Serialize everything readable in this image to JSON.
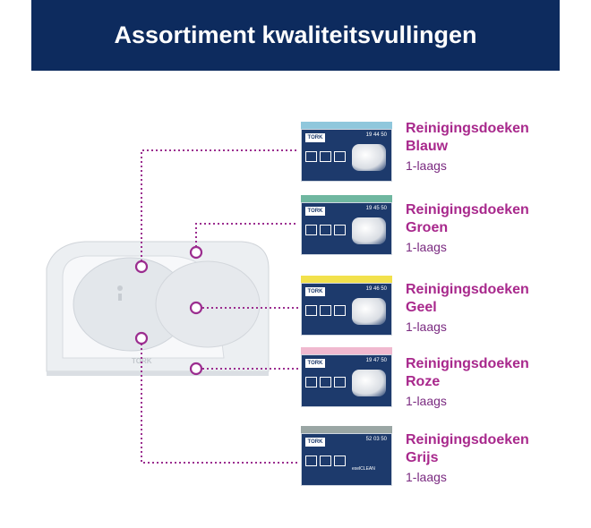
{
  "header": {
    "title": "Assortiment kwaliteitsvullingen"
  },
  "dispenser": {
    "brand": "TORK"
  },
  "products": [
    {
      "name_line1": "Reinigingsdoeken",
      "name_line2": "Blauw",
      "ply": "1-laags",
      "code": "19 44 50",
      "brand": "TORK",
      "accent": "#8fc7dc"
    },
    {
      "name_line1": "Reinigingsdoeken",
      "name_line2": "Groen",
      "ply": "1-laags",
      "code": "19 45 50",
      "brand": "TORK",
      "accent": "#6fb7a0"
    },
    {
      "name_line1": "Reinigingsdoeken",
      "name_line2": "Geel",
      "ply": "1-laags",
      "code": "19 46 50",
      "brand": "TORK",
      "accent": "#f2e14c"
    },
    {
      "name_line1": "Reinigingsdoeken",
      "name_line2": "Roze",
      "ply": "1-laags",
      "code": "19 47 50",
      "brand": "TORK",
      "accent": "#f0b9cf"
    },
    {
      "name_line1": "Reinigingsdoeken",
      "name_line2": "Grijs",
      "ply": "1-laags",
      "code": "52 03 50",
      "brand": "TORK",
      "accent": "#9aa6a4",
      "subbrand": "exelCLEAN"
    }
  ],
  "colors": {
    "banner": "#0d2b5e",
    "title_text": "#a8288c",
    "connector": "#9b2d8f"
  }
}
